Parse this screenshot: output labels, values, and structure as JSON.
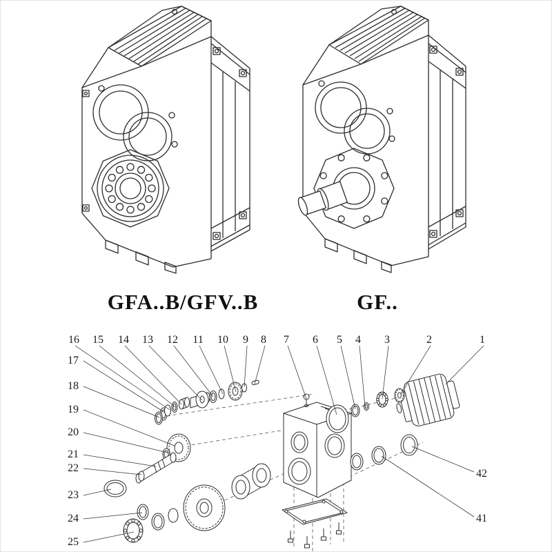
{
  "page": {
    "background": "#ffffff",
    "line_color": "#2b2b2b"
  },
  "models": {
    "left": "GFA..B/GFV..B",
    "right": "GF.."
  },
  "exploded": {
    "callouts_top": [
      "16",
      "15",
      "14",
      "13",
      "12",
      "11",
      "10",
      "9",
      "8",
      "7",
      "6",
      "5",
      "4",
      "3",
      "2",
      "1"
    ],
    "callouts_left": [
      "17",
      "18",
      "19",
      "20",
      "21",
      "22",
      "23",
      "24",
      "25"
    ],
    "callouts_right": [
      "42",
      "41"
    ]
  }
}
